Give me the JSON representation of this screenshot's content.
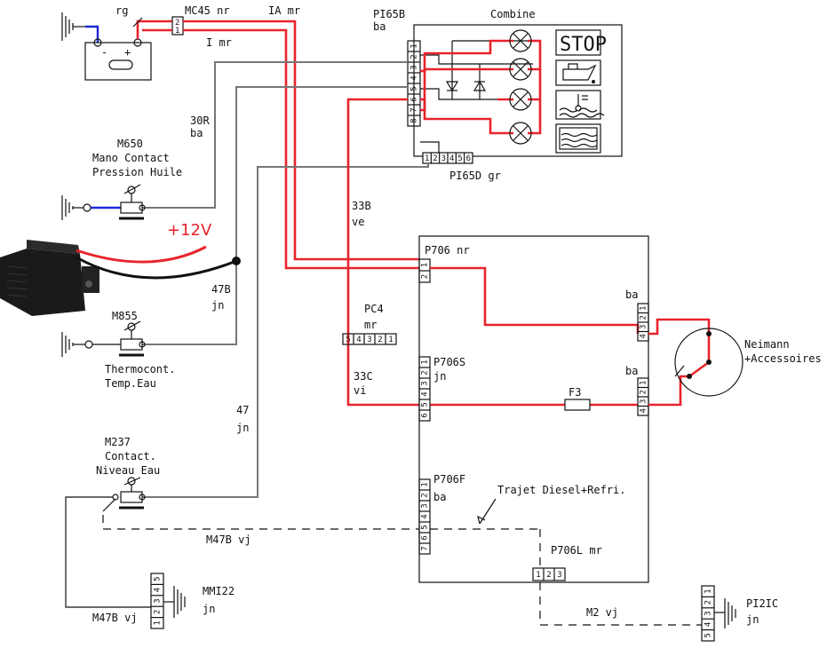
{
  "colors": {
    "wire_red": "#e8232b",
    "wire_grey": "#777777",
    "wire_blue": "#1a2ad6",
    "ink": "#111111"
  },
  "labels": {
    "rg": "rg",
    "mc45": "MC45 nr",
    "ia": "IA mr",
    "imr": "I mr",
    "p165b_name": "PI65B",
    "p165b_col": "ba",
    "combine": "Combine",
    "stop": "STOP",
    "r30": "30R",
    "r30_col": "ba",
    "m650": "M650",
    "m650_l1": "Mano Contact",
    "m650_l2": "Pression Huile",
    "p165d": "PI65D gr",
    "w33b": "33B",
    "w33b_col": "ve",
    "plus12v": "+12V",
    "p706": "P706 nr",
    "w47b": "47B",
    "w47b_col": "jn",
    "pc4": "PC4",
    "pc4_col": "mr",
    "m855": "M855",
    "m855_l1": "Thermocont.",
    "m855_l2": "Temp.Eau",
    "ba1": "ba",
    "ba2": "ba",
    "neimann1": "Neimann",
    "neimann2": "+Accessoires",
    "p706s": "P706S",
    "p706s_col": "jn",
    "w33c": "33C",
    "w33c_col": "vi",
    "f3": "F3",
    "w47": "47",
    "w47_col": "jn",
    "m237": "M237",
    "m237_l1": "Contact.",
    "m237_l2": "Niveau Eau",
    "p706f": "P706F",
    "p706f_col": "ba",
    "trajet": "Trajet Diesel+Refri.",
    "m47b_mid": "M47B vj",
    "p706l": "P706L mr",
    "mm122": "MMI22",
    "mm122_col": "jn",
    "m47b_bot": "M47B vj",
    "m2": "M2 vj",
    "p121c": "PI2IC",
    "p121c_col": "jn",
    "batt_minus": "-",
    "batt_plus": "+"
  },
  "pins": {
    "p165b": [
      "1",
      "2",
      "3",
      "4",
      "5",
      "6",
      "7",
      "8"
    ],
    "p165d": [
      "1",
      "2",
      "3",
      "4",
      "5",
      "6"
    ],
    "pc4": [
      "5",
      "4",
      "3",
      "2",
      "1"
    ],
    "p706": [
      "1",
      "2"
    ],
    "ba_top": [
      "1",
      "2",
      "3",
      "4"
    ],
    "p706s": [
      "1",
      "2",
      "3",
      "4",
      "5",
      "6"
    ],
    "ba_mid": [
      "1",
      "2",
      "3",
      "4"
    ],
    "p706f": [
      "1",
      "2",
      "3",
      "4",
      "5",
      "6",
      "7"
    ],
    "p706l": [
      "1",
      "2",
      "3"
    ],
    "mm122": [
      "5",
      "4",
      "3",
      "2",
      "1"
    ],
    "p121c": [
      "1",
      "2",
      "3",
      "4",
      "5"
    ]
  }
}
